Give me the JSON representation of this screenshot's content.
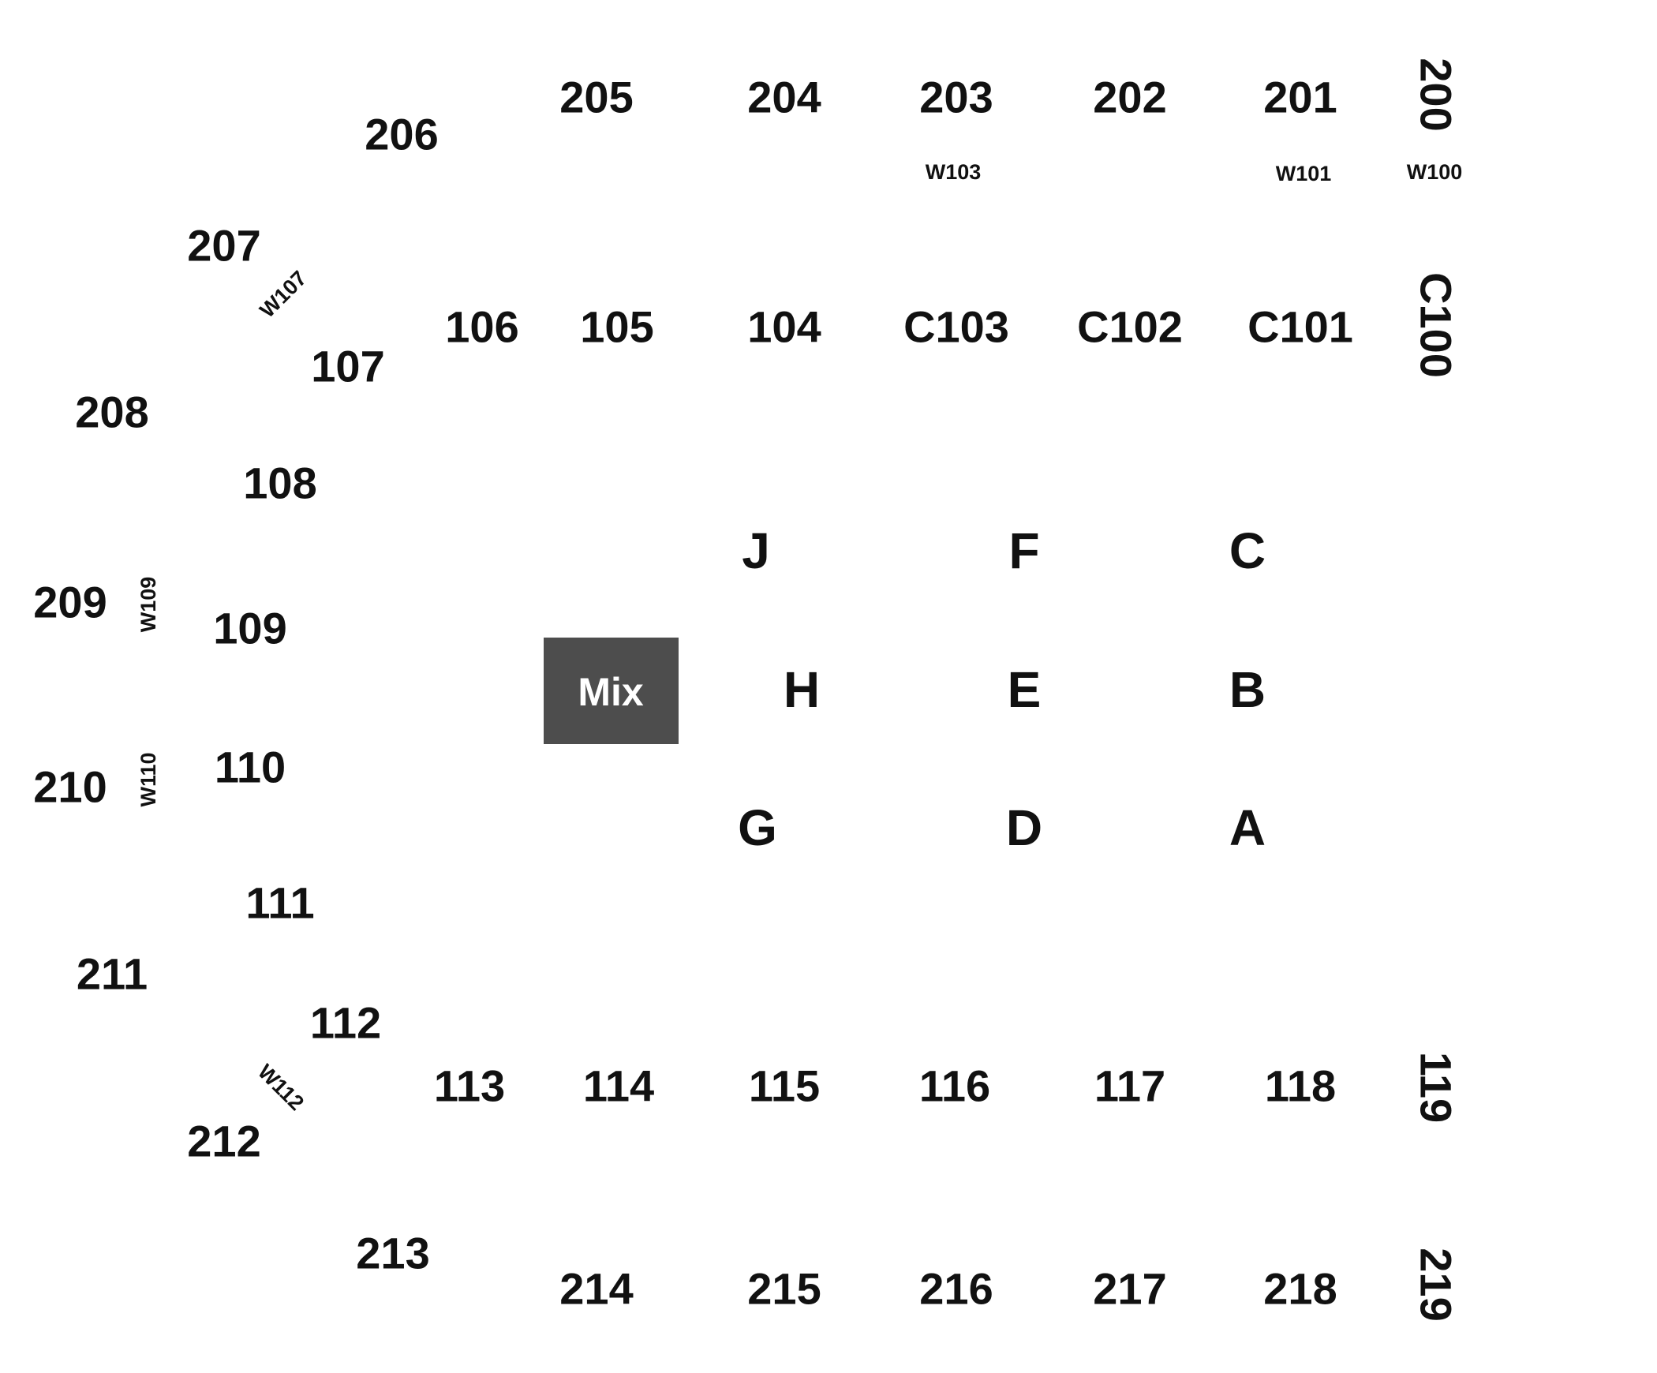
{
  "colors": {
    "background": "#ffffff",
    "label": "#111111",
    "mix_box": "#4d4d4d",
    "mix_text": "#ffffff"
  },
  "mix": {
    "label": "Mix"
  },
  "upper_level": {
    "s200": "200",
    "s201": "201",
    "s202": "202",
    "s203": "203",
    "s204": "204",
    "s205": "205",
    "s206": "206",
    "s207": "207",
    "s208": "208",
    "s209": "209",
    "s210": "210",
    "s211": "211",
    "s212": "212",
    "s213": "213",
    "s214": "214",
    "s215": "215",
    "s216": "216",
    "s217": "217",
    "s218": "218",
    "s219": "219"
  },
  "lower_level": {
    "c100": "C100",
    "c101": "C101",
    "c102": "C102",
    "c103": "C103",
    "s104": "104",
    "s105": "105",
    "s106": "106",
    "s107": "107",
    "s108": "108",
    "s109": "109",
    "s110": "110",
    "s111": "111",
    "s112": "112",
    "s113": "113",
    "s114": "114",
    "s115": "115",
    "s116": "116",
    "s117": "117",
    "s118": "118",
    "s119": "119"
  },
  "wheelchair": {
    "w100": "W100",
    "w101": "W101",
    "w103": "W103",
    "w107": "W107",
    "w109": "W109",
    "w110": "W110",
    "w112": "W112"
  },
  "floor": {
    "a": "A",
    "b": "B",
    "c": "C",
    "d": "D",
    "e": "E",
    "f": "F",
    "g": "G",
    "h": "H",
    "j": "J"
  }
}
